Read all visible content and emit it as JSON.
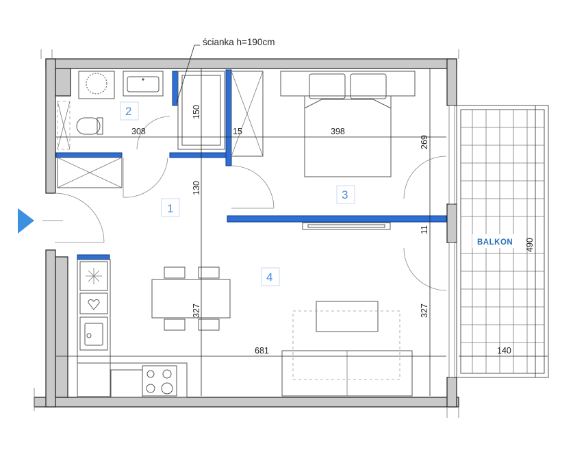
{
  "note": {
    "text": "ścianka h=190cm"
  },
  "rooms": [
    {
      "id": "1",
      "label": "1"
    },
    {
      "id": "2",
      "label": "2"
    },
    {
      "id": "3",
      "label": "3"
    },
    {
      "id": "4",
      "label": "4"
    }
  ],
  "balcony": {
    "label": "BALKON"
  },
  "dimensions": {
    "d308": "308",
    "d150": "150",
    "d15": "15",
    "d398": "398",
    "d269": "269",
    "d130": "130",
    "d11": "11",
    "d490": "490",
    "d327_left": "327",
    "d327_right": "327",
    "d681": "681",
    "d140": "140"
  },
  "colors": {
    "room_label": "#4a8fd9",
    "partition": "#2f6fd1",
    "entrance_arrow": "#3d8fe0",
    "wall": "#c9c9c9"
  },
  "icons": {
    "entrance": "entrance-arrow-icon",
    "freezer": "snowflake-icon"
  }
}
